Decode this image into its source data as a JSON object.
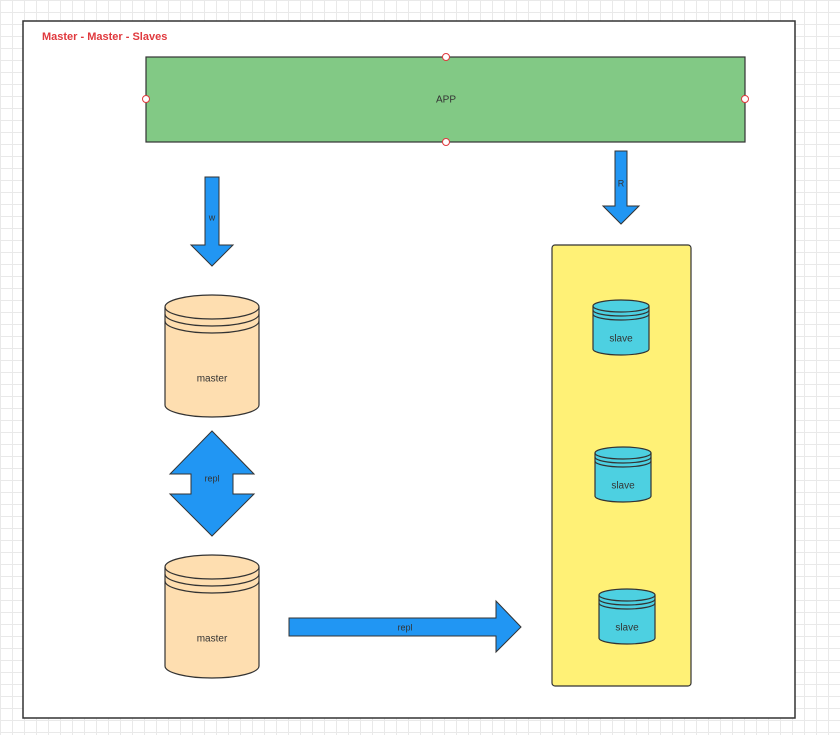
{
  "diagram": {
    "title": "Master - Master - Slaves",
    "app": {
      "label": "APP"
    },
    "write_arrow": {
      "label": "w"
    },
    "read_arrow": {
      "label": "R"
    },
    "masters": [
      {
        "label": "master"
      },
      {
        "label": "master"
      }
    ],
    "master_master_link": {
      "label": "repl"
    },
    "master_slave_link": {
      "label": "repl"
    },
    "slaves": [
      {
        "label": "slave"
      },
      {
        "label": "slave"
      },
      {
        "label": "slave"
      }
    ]
  },
  "colors": {
    "title": "#e0393e",
    "app_fill": "#82c985",
    "arrow_fill": "#2196f3",
    "master_fill": "#fedeb0",
    "pool_fill": "#fff176",
    "slave_fill": "#4dd0e1",
    "stroke": "#333333"
  }
}
